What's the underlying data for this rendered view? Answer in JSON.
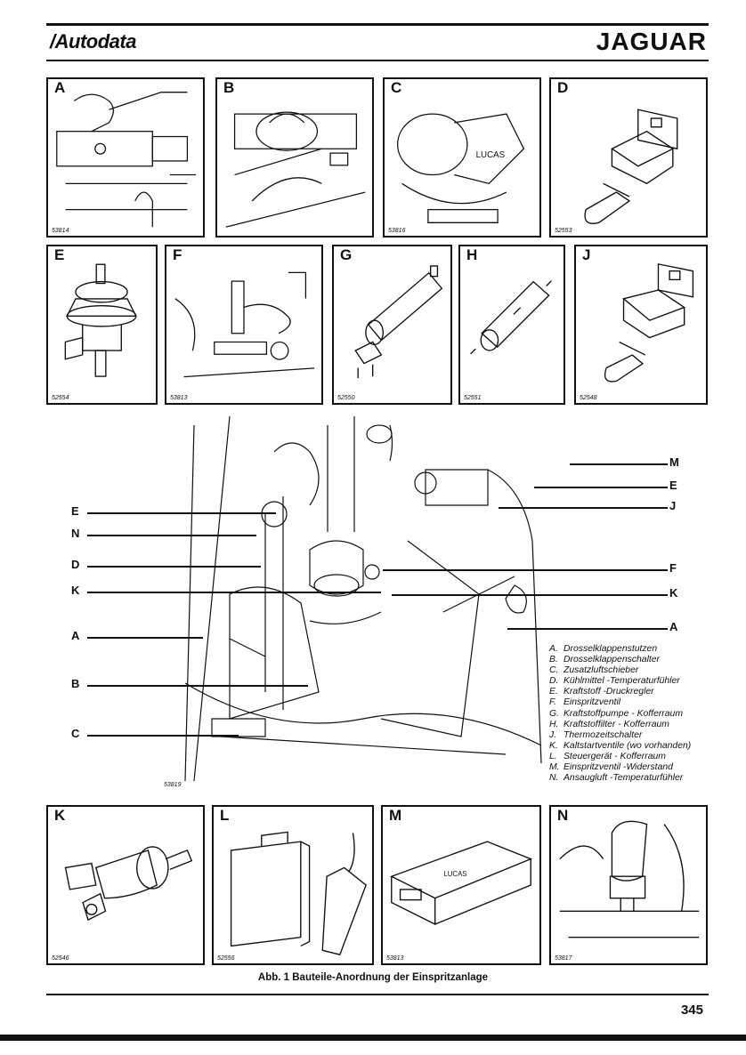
{
  "header": {
    "brand": "/Autodata",
    "make": "JAGUAR"
  },
  "panels": [
    {
      "letter": "A",
      "code": "53814"
    },
    {
      "letter": "B",
      "code": ""
    },
    {
      "letter": "C",
      "code": "53816"
    },
    {
      "letter": "D",
      "code": "52553"
    },
    {
      "letter": "E",
      "code": "52554"
    },
    {
      "letter": "F",
      "code": "53813"
    },
    {
      "letter": "G",
      "code": "52550"
    },
    {
      "letter": "H",
      "code": "52551"
    },
    {
      "letter": "J",
      "code": "52548"
    },
    {
      "letter": "K",
      "code": "52546"
    },
    {
      "letter": "L",
      "code": "52556"
    },
    {
      "letter": "M",
      "code": "53813"
    },
    {
      "letter": "N",
      "code": "53817"
    }
  ],
  "main_drawing": {
    "code": "53819"
  },
  "callouts_left": [
    "E",
    "N",
    "D",
    "K",
    "A",
    "B",
    "C"
  ],
  "callouts_right": [
    "M",
    "E",
    "J",
    "F",
    "K",
    "A"
  ],
  "legend": [
    {
      "key": "A.",
      "text": "Drosselklappenstutzen"
    },
    {
      "key": "B.",
      "text": "Drosselklappenschalter"
    },
    {
      "key": "C.",
      "text": "Zusatzluftschieber"
    },
    {
      "key": "D.",
      "text": "Kühlmittel -Temperaturfühler"
    },
    {
      "key": "E.",
      "text": "Kraftstoff -Druckregler"
    },
    {
      "key": "F.",
      "text": "Einspritzventil"
    },
    {
      "key": "G.",
      "text": "Kraftstoffpumpe   - Kofferraum"
    },
    {
      "key": "H.",
      "text": "Kraftstoffilter  - Kofferraum"
    },
    {
      "key": "J.",
      "text": "Thermozeitschalter"
    },
    {
      "key": "K.",
      "text": "Kaltstartventile (wo vorhanden)"
    },
    {
      "key": "L.",
      "text": "Steuergerät  - Kofferraum"
    },
    {
      "key": "M.",
      "text": "Einspritzventil  -Widerstand"
    },
    {
      "key": "N.",
      "text": "Ansaugluft -Temperaturfühler"
    }
  ],
  "caption": "Abb. 1 Bauteile-Anordnung der Einspritzanlage",
  "page_number": "345"
}
